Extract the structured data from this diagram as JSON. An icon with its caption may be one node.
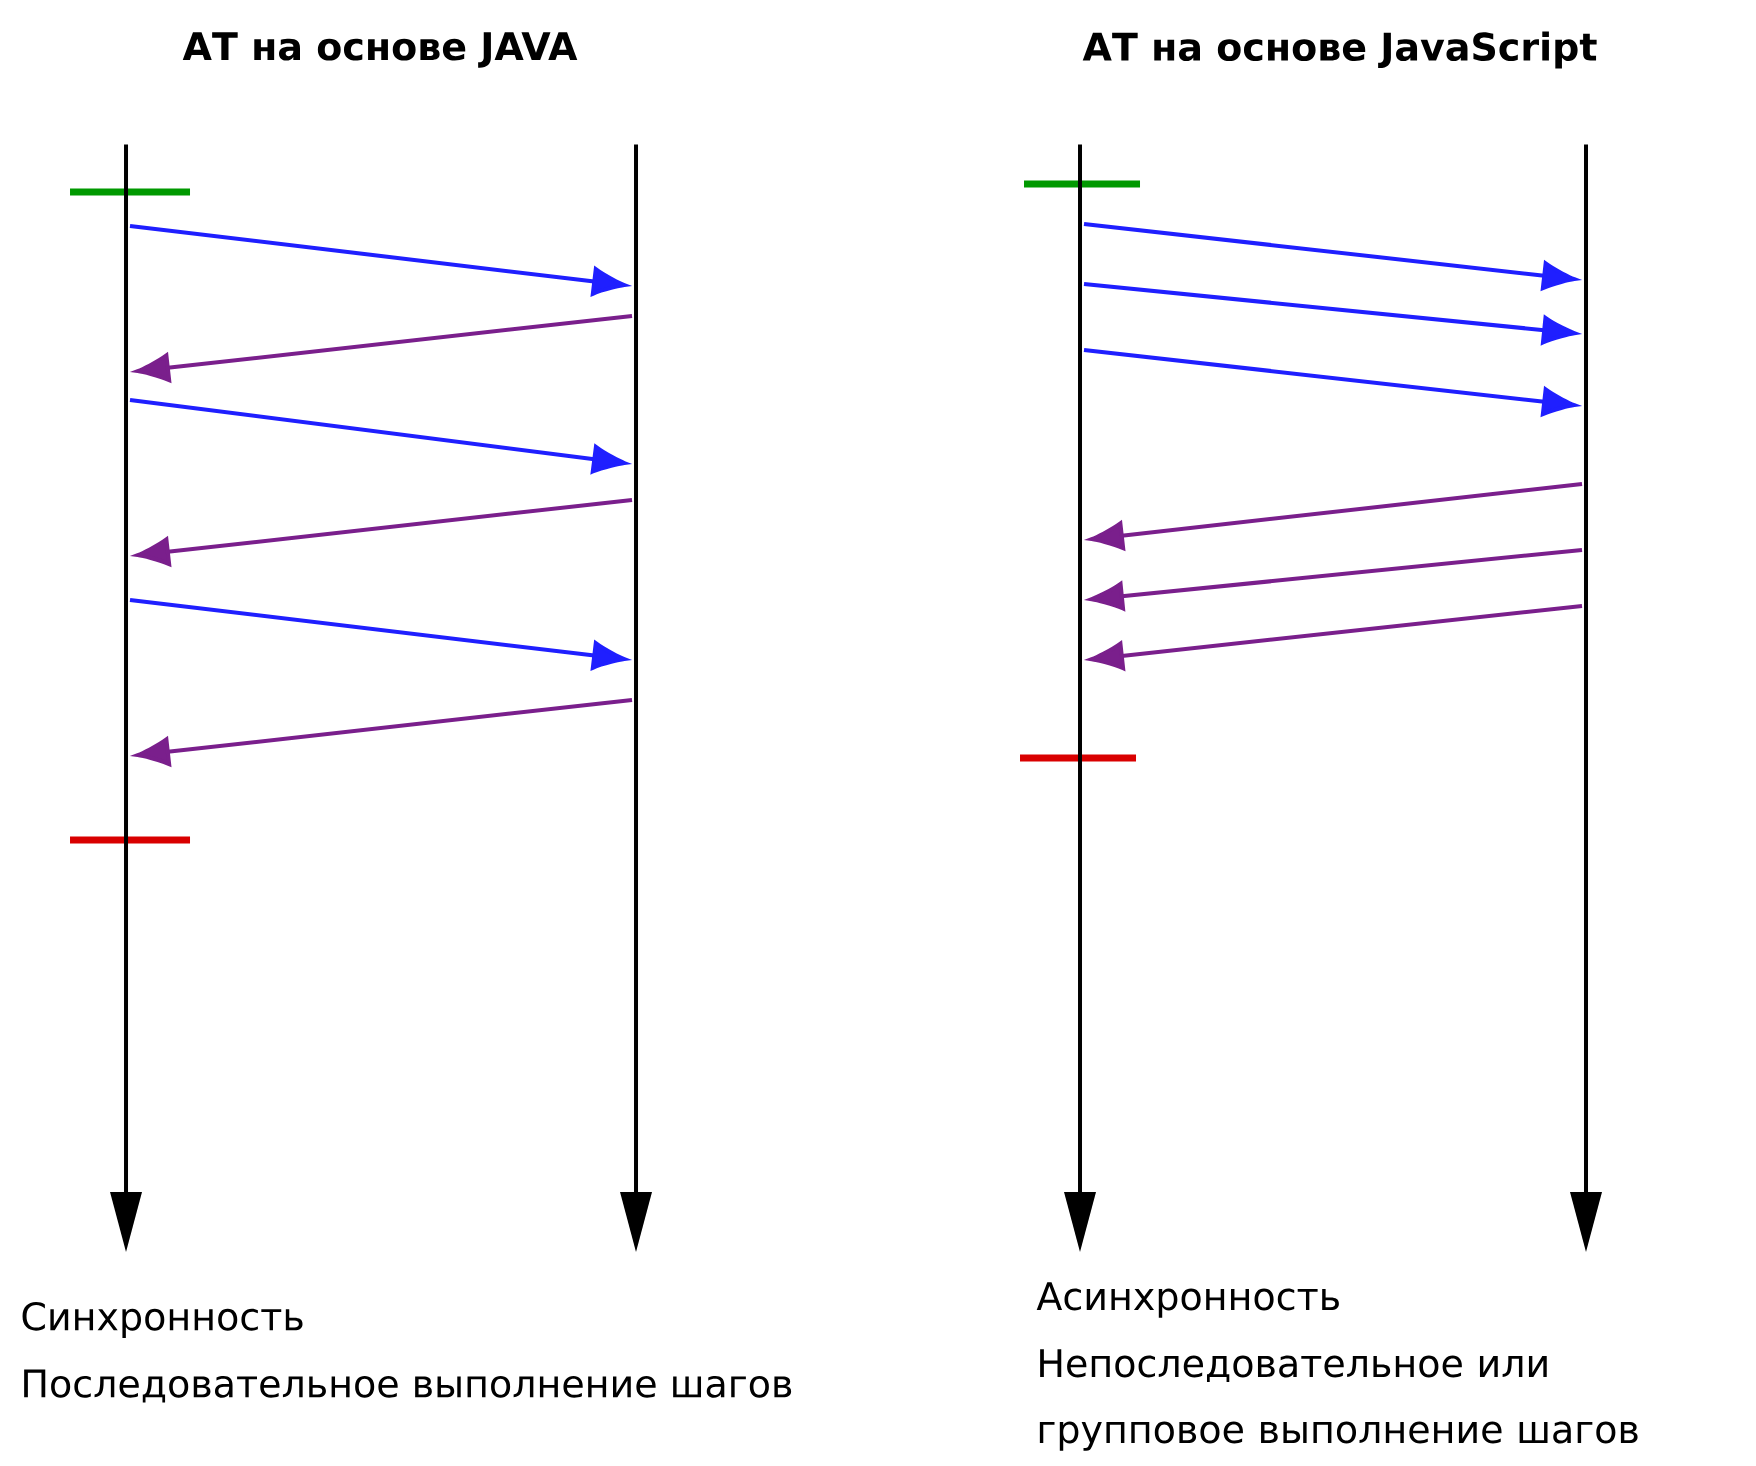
{
  "diagram": {
    "nodes": [
      {
        "text": [],
        "shape": "line"
      },
      {
        "text": [],
        "shape": "line"
      },
      {
        "text": [],
        "shape": "line"
      },
      {
        "text": [],
        "shape": "line"
      }
    ],
    "edges": [
      {
        "from": 0,
        "to": 1,
        "arrow": "to",
        "color": "#1f1fff"
      },
      {
        "from": 1,
        "to": 0,
        "arrow": "to",
        "color": "#7a1f8c"
      },
      {
        "from": 0,
        "to": 1,
        "arrow": "to",
        "color": "#1f1fff"
      },
      {
        "from": 1,
        "to": 0,
        "arrow": "to",
        "color": "#7a1f8c"
      },
      {
        "from": 0,
        "to": 1,
        "arrow": "to",
        "color": "#1f1fff"
      },
      {
        "from": 1,
        "to": 0,
        "arrow": "to",
        "color": "#7a1f8c"
      },
      {
        "from": 2,
        "to": 3,
        "arrow": "to",
        "color": "#1f1fff"
      },
      {
        "from": 2,
        "to": 3,
        "arrow": "to",
        "color": "#1f1fff"
      },
      {
        "from": 2,
        "to": 3,
        "arrow": "to",
        "color": "#1f1fff"
      },
      {
        "from": 3,
        "to": 2,
        "arrow": "to",
        "color": "#7a1f8c"
      },
      {
        "from": 3,
        "to": 2,
        "arrow": "to",
        "color": "#7a1f8c"
      },
      {
        "from": 3,
        "to": 2,
        "arrow": "to",
        "color": "#7a1f8c"
      }
    ],
    "labels": [
      "АТ на основе JAVA",
      "АТ на основе JavaScript",
      "Синхронность",
      "Последовательное выполнение шагов",
      "Асинхронность",
      "Непоследовательное или групповое выполнение шагов"
    ]
  }
}
